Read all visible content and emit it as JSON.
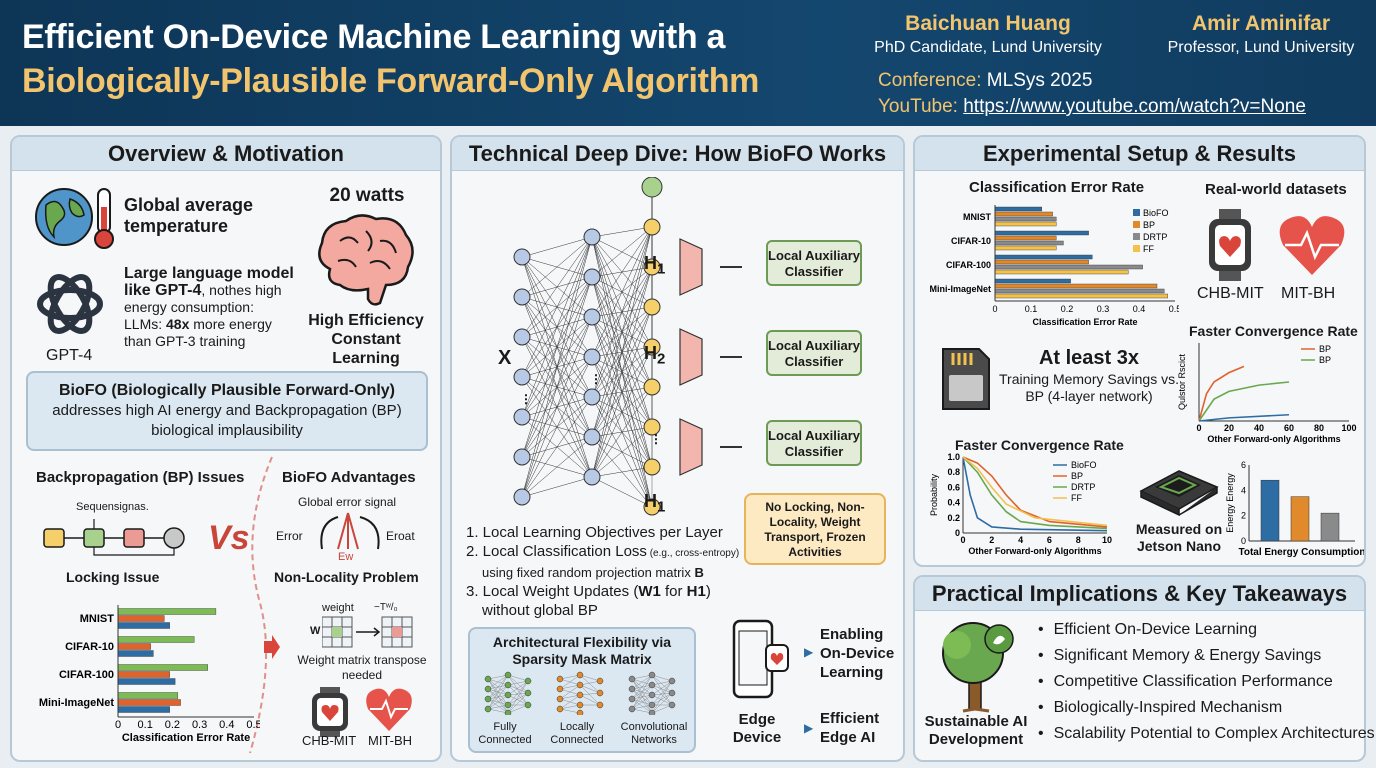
{
  "header": {
    "title_line1": "Efficient On-Device Machine Learning with a",
    "title_line2": "Biologically-Plausible Forward-Only Algorithm",
    "author1_name": "Baichuan Huang",
    "author1_role": "PhD Candidate, Lund University",
    "author2_name": "Amir Aminifar",
    "author2_role": "Professor, Lund University",
    "conference_label": "Conference:",
    "conference_value": "MLSys 2025",
    "youtube_label": "YouTube:",
    "youtube_value": "https://www.youtube.com/watch?v=None"
  },
  "overview": {
    "title": "Overview & Motivation",
    "temp_text": "Global average temperature",
    "watts": "20 watts",
    "llm_bold": "Large language model like GPT-4",
    "llm_rest": ", nothes high energy consumption:",
    "llm_line3_a": "LLMs: ",
    "llm_line3_b": "48x",
    "llm_line3_c": " more energy",
    "llm_line4": "than GPT-3 training",
    "gpt_label": "GPT-4",
    "brain_caption": "High Efficiency Constant Learning",
    "biofo_bold": "BioFO (Biologically Plausible Forward-Only)",
    "biofo_rest": "addresses high AI energy and Backpropagation (BP) biological implausibility",
    "bp_issues": "Backpropagation (BP) Issues",
    "biofo_adv": "BioFO Advantages",
    "seq": "Sequensignas.",
    "locking": "Locking Issue",
    "vs": "Vs",
    "global_err": "Global error signal",
    "error_l": "Error",
    "error_r": "Eroat",
    "ew": "Ew",
    "nonlocality": "Non-Locality Problem",
    "weight": "weight",
    "w": "W",
    "wt": "−Tʷ/₀",
    "weight_caption": "Weight matrix transpose needed",
    "chb": "CHB-MIT",
    "mit": "MIT-BH"
  },
  "deepdive": {
    "title": "Technical Deep Dive: How BioFO Works",
    "x": "X",
    "h1": "H",
    "h1_sub": "1",
    "h2": "H",
    "h2_sub": "2",
    "aux": "Local Auxiliary Classifier",
    "no_locking": "No Locking, Non-Locality, Weight Transport, Frozen Activities",
    "step1": "1. Local Learning Objectives per Layer",
    "step2": "2. Local Classification Loss",
    "step2_small": " (e.g., cross-entropy)",
    "step2b_a": "using fixed random projection matrix ",
    "step2b_b": "B",
    "step3_a": "3. Local Weight Updates (",
    "step3_b": "W1",
    "step3_c": " for ",
    "step3_d": "H1",
    "step3_e": ")",
    "step3b": "without global BP",
    "arch_title": "Architectural Flexibility via Sparsity Mask Matrix",
    "arch_fc": "Fully Connected",
    "arch_lc": "Locally Connected",
    "arch_cn": "Convolutional Networks",
    "enabling": "Enabling On-Device Learning",
    "edge_device": "Edge Device",
    "efficient_edge": "Efficient Edge AI"
  },
  "results": {
    "title": "Experimental Setup & Results",
    "cer_title": "Classification Error Rate",
    "real_world": "Real-world datasets",
    "faster1": "Faster Convergence Rate",
    "mem_big": "At least 3x",
    "mem_small": "Training Memory Savings vs. BP (4-layer network)",
    "faster2": "Faster Convergence Rate",
    "jetson": "Measured on Jetson Nano",
    "energy_ylabel": "Energy Energy",
    "energy_caption": "Total Energy Consumption",
    "chb": "CHB-MIT",
    "mit": "MIT-BH"
  },
  "practical": {
    "title": "Practical Implications & Key Takeaways",
    "sust": "Sustainable AI Development",
    "bullets": [
      "Efficient On-Device Learning",
      "Significant Memory & Energy Savings",
      "Competitive Classification Performance",
      "Biologically-Inspired Mechanism",
      "Scalability Potential to Complex Architectures"
    ]
  },
  "chart_data": [
    {
      "type": "bar",
      "title": "Classification Error Rate",
      "orientation": "horizontal",
      "categories": [
        "MNIST",
        "CIFAR-10",
        "CIFAR-100",
        "Mini-ImageNet"
      ],
      "series": [
        {
          "name": "BioFO",
          "values": [
            0.13,
            0.26,
            0.27,
            0.21
          ]
        },
        {
          "name": "BP",
          "values": [
            0.16,
            0.17,
            0.26,
            0.45
          ]
        },
        {
          "name": "DRTP",
          "values": [
            0.17,
            0.19,
            0.41,
            0.47
          ]
        },
        {
          "name": "FF",
          "values": [
            0.17,
            0.17,
            0.37,
            0.48
          ]
        }
      ],
      "xlabel": "Classification Error Rate",
      "xlim": [
        0,
        0.5
      ],
      "xticks": [
        "0",
        "0.1",
        "0.2",
        "0.3",
        "0.4",
        "0.5"
      ],
      "legend": "top-right",
      "colors": [
        "#2e6da4",
        "#e08a2c",
        "#8a8a8a",
        "#f2c14e"
      ]
    },
    {
      "type": "bar",
      "orientation": "horizontal",
      "categories": [
        "MNIST",
        "CIFAR-10",
        "CIFAR-100",
        "Mini-ImageNet"
      ],
      "series": [
        {
          "values": [
            0.36,
            0.28,
            0.33,
            0.22
          ]
        },
        {
          "values": [
            0.17,
            0.12,
            0.19,
            0.23
          ]
        },
        {
          "values": [
            0.19,
            0.13,
            0.21,
            0.19
          ]
        }
      ],
      "xlabel": "Classification Error Rate",
      "xlim": [
        0,
        0.5
      ],
      "xticks": [
        "0",
        "0.1",
        "0.2",
        "0.3",
        "0.4",
        "0.5"
      ],
      "colors": [
        "#7dbb55",
        "#e0622c",
        "#2e6da4"
      ]
    },
    {
      "type": "line",
      "title": "Faster Convergence Rate",
      "ylabel": "Qulstor Rscict",
      "xlabel": "Other Forward-only Algorithms",
      "xticks": [
        "0",
        "20",
        "40",
        "60",
        "80",
        "100"
      ],
      "xlim": [
        0,
        100
      ],
      "series": [
        {
          "name": "BP",
          "color": "#e0622c",
          "points": [
            [
              0,
              0
            ],
            [
              5,
              0.35
            ],
            [
              10,
              0.5
            ],
            [
              20,
              0.62
            ],
            [
              30,
              0.7
            ]
          ]
        },
        {
          "name": "BP",
          "color": "#6aa84f",
          "points": [
            [
              0,
              0
            ],
            [
              10,
              0.28
            ],
            [
              20,
              0.38
            ],
            [
              40,
              0.46
            ],
            [
              60,
              0.5
            ]
          ]
        },
        {
          "color": "#2e6da4",
          "points": [
            [
              0,
              0
            ],
            [
              20,
              0.04
            ],
            [
              60,
              0.08
            ]
          ]
        }
      ],
      "legend": "top-right"
    },
    {
      "type": "line",
      "title": "Faster Convergence Rate",
      "ylabel": "Probability",
      "xlabel": "Other Forward-only Algorithms",
      "xticks": [
        "0",
        "2",
        "4",
        "6",
        "8",
        "10"
      ],
      "yticks": [
        "0",
        "0.2",
        "0.4",
        "0.6",
        "0.8",
        "1.0"
      ],
      "xlim": [
        0,
        10
      ],
      "ylim": [
        0,
        1.0
      ],
      "series": [
        {
          "name": "BioFO",
          "color": "#2e6da4",
          "points": [
            [
              0,
              1
            ],
            [
              0.5,
              0.5
            ],
            [
              1,
              0.2
            ],
            [
              2,
              0.08
            ],
            [
              4,
              0.05
            ],
            [
              10,
              0.03
            ]
          ]
        },
        {
          "name": "BP",
          "color": "#e0622c",
          "points": [
            [
              0,
              1
            ],
            [
              1,
              0.92
            ],
            [
              2,
              0.75
            ],
            [
              3,
              0.5
            ],
            [
              4,
              0.3
            ],
            [
              6,
              0.15
            ],
            [
              10,
              0.08
            ]
          ]
        },
        {
          "name": "DRTP",
          "color": "#6aa84f",
          "points": [
            [
              0,
              1
            ],
            [
              1,
              0.8
            ],
            [
              2,
              0.5
            ],
            [
              3,
              0.28
            ],
            [
              4,
              0.15
            ],
            [
              6,
              0.1
            ],
            [
              10,
              0.06
            ]
          ]
        },
        {
          "name": "FF",
          "color": "#f2c14e",
          "points": [
            [
              0,
              1
            ],
            [
              1,
              0.85
            ],
            [
              2,
              0.6
            ],
            [
              3,
              0.38
            ],
            [
              5,
              0.2
            ],
            [
              10,
              0.1
            ]
          ]
        }
      ],
      "legend": "top-right"
    },
    {
      "type": "bar",
      "ylabel": "Energy Energy",
      "yticks": [
        "0",
        "2",
        "4",
        "6"
      ],
      "ylim": [
        0,
        6
      ],
      "values": [
        4.8,
        3.5,
        2.2
      ],
      "colors": [
        "#2e6da4",
        "#e08a2c",
        "#8a8a8a"
      ],
      "xlabel": "Total Energy Consumption"
    }
  ]
}
